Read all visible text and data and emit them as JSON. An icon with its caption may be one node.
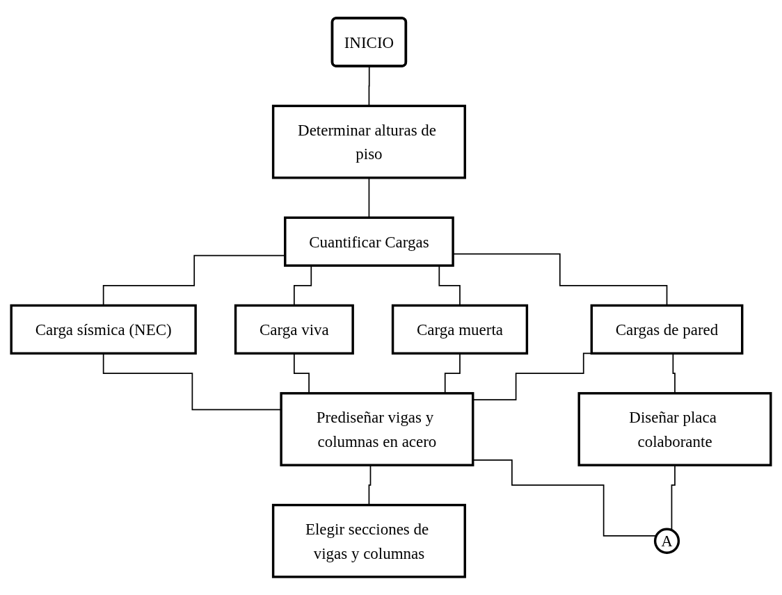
{
  "diagram": {
    "nodes": [
      {
        "text": [
          "INICIO"
        ]
      },
      {
        "text": [
          "Determinar alturas de piso"
        ]
      },
      {
        "text": [
          "Cuantificar Cargas"
        ]
      },
      {
        "text": [
          "Cargas de pared"
        ]
      },
      {
        "text": [
          "Carga muerta"
        ]
      },
      {
        "text": [
          "Carga viva"
        ]
      },
      {
        "text": [
          "Carga sísmica (NEC)"
        ]
      },
      {
        "text": [
          "Diseñar placa colaborante"
        ]
      },
      {
        "text": [
          "Prediseñar vigas y columnas en acero"
        ]
      },
      {
        "text": [
          "Elegir secciones de vigas y columnas"
        ]
      },
      {
        "text": [
          "A"
        ]
      }
    ],
    "edges": [
      {
        "from": 0,
        "to": 1,
        "arrow": "none"
      },
      {
        "from": 1,
        "to": 2,
        "arrow": "none"
      },
      {
        "from": 2,
        "to": 3,
        "arrow": "none"
      },
      {
        "from": 2,
        "to": 4,
        "arrow": "none"
      },
      {
        "from": 2,
        "to": 5,
        "arrow": "none"
      },
      {
        "from": 2,
        "to": 6,
        "arrow": "none"
      },
      {
        "from": 3,
        "to": 8,
        "arrow": "none"
      },
      {
        "from": 4,
        "to": 8,
        "arrow": "none"
      },
      {
        "from": 5,
        "to": 8,
        "arrow": "none"
      },
      {
        "from": 6,
        "to": 8,
        "arrow": "none"
      },
      {
        "from": 3,
        "to": 7,
        "arrow": "none"
      },
      {
        "from": 8,
        "to": 9,
        "arrow": "none"
      },
      {
        "from": 7,
        "to": 10,
        "arrow": "none"
      },
      {
        "from": 8,
        "to": 10,
        "arrow": "none"
      }
    ]
  }
}
